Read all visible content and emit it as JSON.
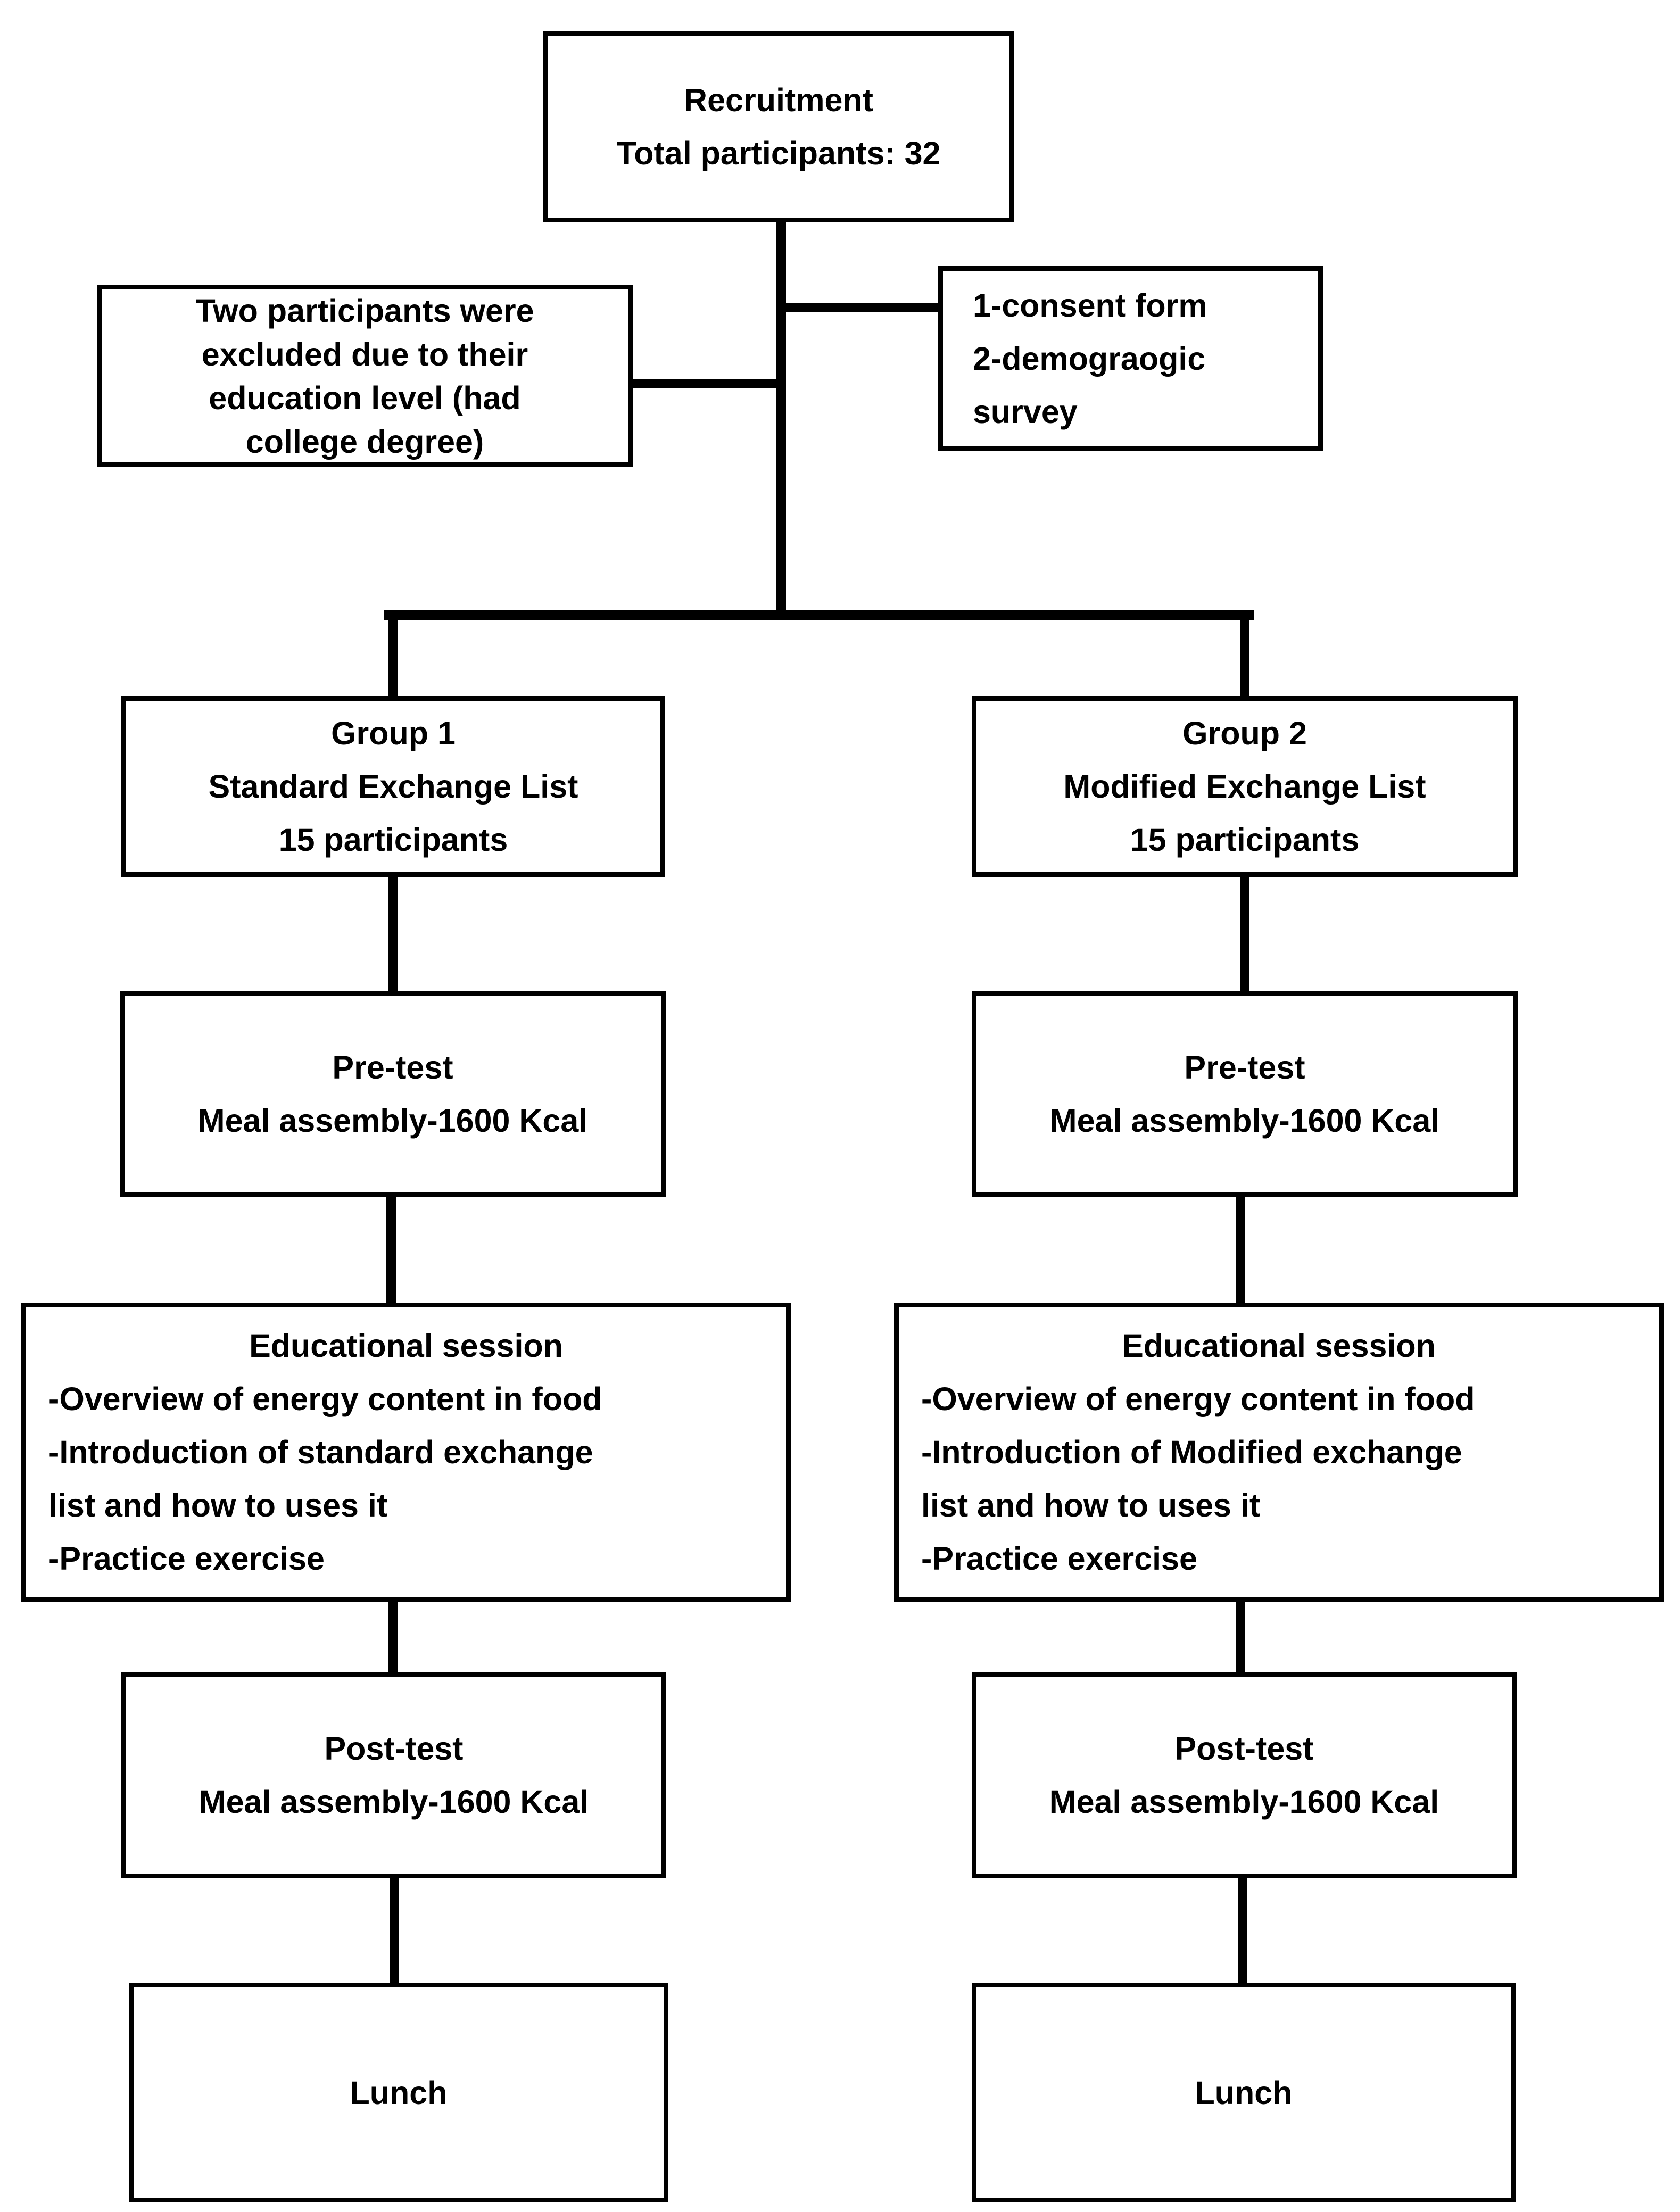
{
  "colors": {
    "line": "#000000",
    "background": "#ffffff",
    "text": "#000000"
  },
  "boxes": {
    "recruitment": {
      "lines": [
        "Recruitment",
        "Total participants: 32"
      ]
    },
    "excluded": {
      "lines": [
        "Two participants were",
        "excluded due to their",
        "education level (had",
        "college degree)"
      ]
    },
    "forms": {
      "lines": [
        "1-consent form",
        "2-demograogic",
        "survey"
      ]
    },
    "group1": {
      "lines": [
        "Group 1",
        "Standard Exchange List",
        "15 participants"
      ]
    },
    "group2": {
      "lines": [
        "Group 2",
        "Modified Exchange List",
        "15 participants"
      ]
    },
    "pretest1": {
      "lines": [
        "Pre-test",
        "Meal assembly-1600 Kcal"
      ]
    },
    "pretest2": {
      "lines": [
        "Pre-test",
        "Meal assembly-1600 Kcal"
      ]
    },
    "edu1": {
      "lines": [
        "Educational session",
        "-Overview of energy content in food",
        "-Introduction of standard exchange",
        "list and how to uses it",
        "-Practice exercise"
      ]
    },
    "edu2": {
      "lines": [
        "Educational session",
        "-Overview of energy content in food",
        "-Introduction of Modified exchange",
        "list and how to uses it",
        "-Practice exercise"
      ]
    },
    "posttest1": {
      "lines": [
        "Post-test",
        "Meal assembly-1600 Kcal"
      ]
    },
    "posttest2": {
      "lines": [
        "Post-test",
        "Meal assembly-1600 Kcal"
      ]
    },
    "lunch1": {
      "lines": [
        "Lunch"
      ]
    },
    "lunch2": {
      "lines": [
        "Lunch"
      ]
    }
  }
}
